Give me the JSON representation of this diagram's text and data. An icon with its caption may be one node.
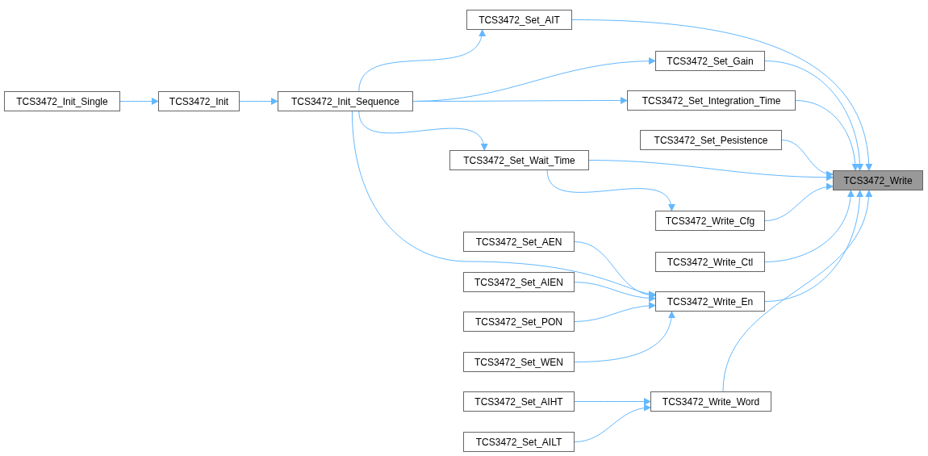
{
  "diagram": {
    "nodes": [
      {
        "text": [
          "TCS3472_Init_Single"
        ]
      },
      {
        "text": [
          "TCS3472_Init"
        ]
      },
      {
        "text": [
          "TCS3472_Init_Sequence"
        ]
      },
      {
        "text": [
          "TCS3472_Set_AIT"
        ]
      },
      {
        "text": [
          "TCS3472_Set_Gain"
        ]
      },
      {
        "text": [
          "TCS3472_Set_Integration_Time"
        ]
      },
      {
        "text": [
          "TCS3472_Set_Pesistence"
        ]
      },
      {
        "text": [
          "TCS3472_Set_Wait_Time"
        ]
      },
      {
        "text": [
          "TCS3472_Write"
        ]
      },
      {
        "text": [
          "TCS3472_Write_Cfg"
        ]
      },
      {
        "text": [
          "TCS3472_Write_Ctl"
        ]
      },
      {
        "text": [
          "TCS3472_Set_AEN"
        ]
      },
      {
        "text": [
          "TCS3472_Set_AIEN"
        ]
      },
      {
        "text": [
          "TCS3472_Write_En"
        ]
      },
      {
        "text": [
          "TCS3472_Set_PON"
        ]
      },
      {
        "text": [
          "TCS3472_Set_WEN"
        ]
      },
      {
        "text": [
          "TCS3472_Write_Word"
        ]
      },
      {
        "text": [
          "TCS3472_Set_AIHT"
        ]
      },
      {
        "text": [
          "TCS3472_Set_AILT"
        ]
      }
    ],
    "edges": [
      {
        "from": 0,
        "to": 1,
        "arrow": "to"
      },
      {
        "from": 1,
        "to": 2,
        "arrow": "to"
      },
      {
        "from": 2,
        "to": 3,
        "arrow": "to"
      },
      {
        "from": 2,
        "to": 4,
        "arrow": "to"
      },
      {
        "from": 2,
        "to": 5,
        "arrow": "to"
      },
      {
        "from": 2,
        "to": 7,
        "arrow": "to"
      },
      {
        "from": 2,
        "to": 13,
        "arrow": "to"
      },
      {
        "from": 7,
        "to": 9,
        "arrow": "to"
      },
      {
        "from": 3,
        "to": 8,
        "arrow": "to"
      },
      {
        "from": 4,
        "to": 8,
        "arrow": "to"
      },
      {
        "from": 5,
        "to": 8,
        "arrow": "to"
      },
      {
        "from": 6,
        "to": 8,
        "arrow": "to"
      },
      {
        "from": 7,
        "to": 8,
        "arrow": "to"
      },
      {
        "from": 9,
        "to": 8,
        "arrow": "to"
      },
      {
        "from": 10,
        "to": 8,
        "arrow": "to"
      },
      {
        "from": 13,
        "to": 8,
        "arrow": "to"
      },
      {
        "from": 16,
        "to": 8,
        "arrow": "to"
      },
      {
        "from": 11,
        "to": 13,
        "arrow": "to"
      },
      {
        "from": 12,
        "to": 13,
        "arrow": "to"
      },
      {
        "from": 14,
        "to": 13,
        "arrow": "to"
      },
      {
        "from": 15,
        "to": 13,
        "arrow": "to"
      },
      {
        "from": 17,
        "to": 16,
        "arrow": "to"
      },
      {
        "from": 18,
        "to": 16,
        "arrow": "to"
      }
    ]
  }
}
